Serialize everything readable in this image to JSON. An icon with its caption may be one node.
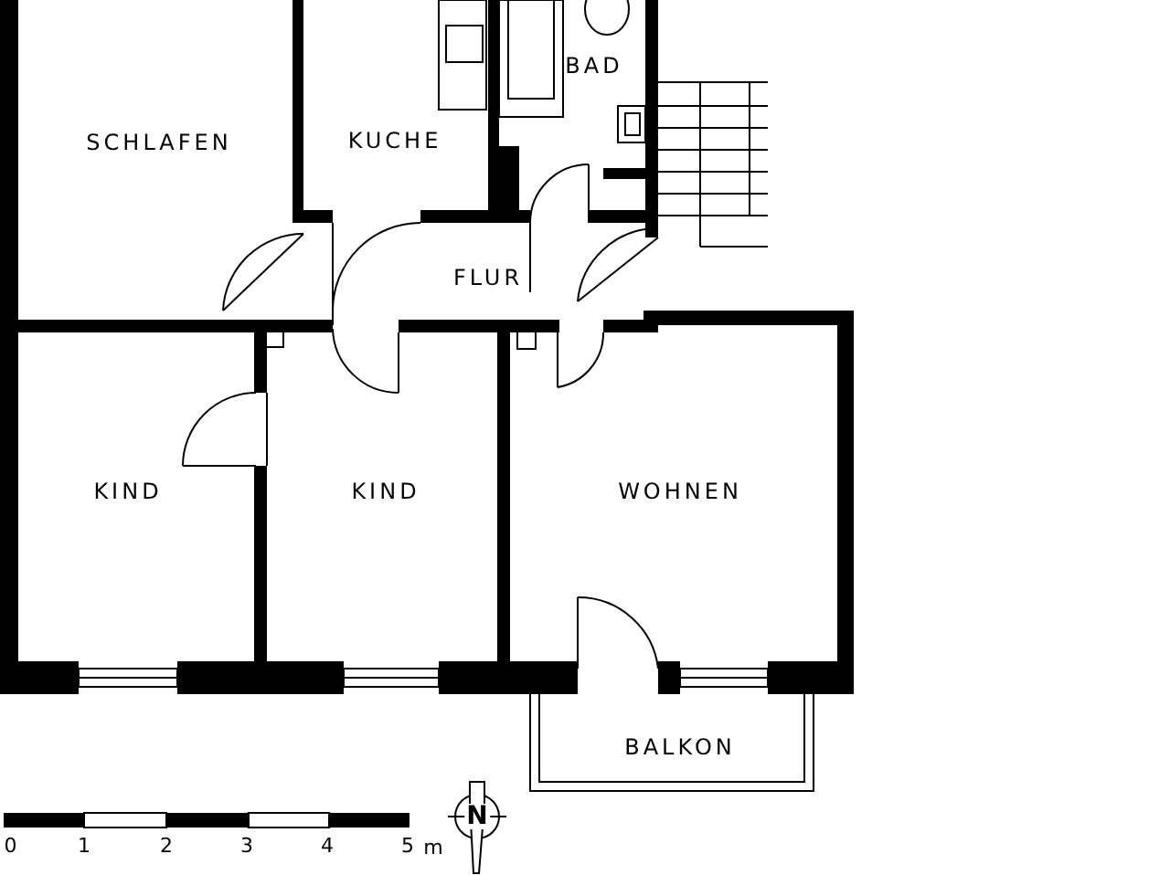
{
  "diagram": {
    "labels": [
      "SCHLAFEN",
      "KUCHE",
      "BAD",
      "FLUR",
      "KIND",
      "KIND",
      "WOHNEN",
      "BALKON",
      "0",
      "1",
      "2",
      "3",
      "4",
      "5",
      "m",
      "N"
    ]
  }
}
